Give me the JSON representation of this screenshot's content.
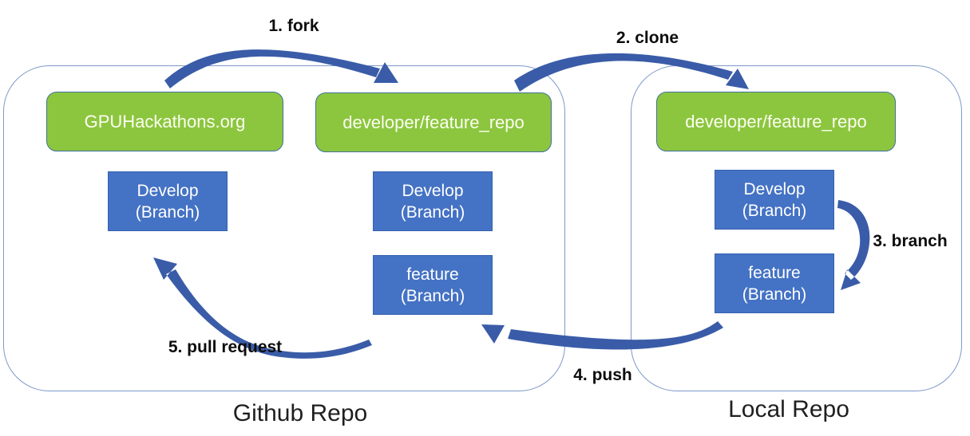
{
  "diagram_title": "Git fork / clone workflow",
  "colors": {
    "node_green": "#8cc63f",
    "node_blue": "#4472c4",
    "arrow_blue": "#3a5ca8",
    "container_border": "#7e99c9",
    "label_text": "#0d0d0d"
  },
  "containers": {
    "github": {
      "label": "Github Repo"
    },
    "local": {
      "label": "Local Repo"
    }
  },
  "nodes": {
    "gpuhackathons": {
      "label": "GPUHackathons.org"
    },
    "dev_repo_github": {
      "label": "developer/feature_repo"
    },
    "dev_repo_local": {
      "label": "developer/feature_repo"
    },
    "develop_upstream": {
      "line1": "Develop",
      "line2": "(Branch)"
    },
    "develop_fork": {
      "line1": "Develop",
      "line2": "(Branch)"
    },
    "feature_fork": {
      "line1": "feature",
      "line2": "(Branch)"
    },
    "develop_local": {
      "line1": "Develop",
      "line2": "(Branch)"
    },
    "feature_local": {
      "line1": "feature",
      "line2": "(Branch)"
    }
  },
  "arrows": {
    "fork": {
      "label": "1. fork"
    },
    "clone": {
      "label": "2. clone"
    },
    "branch": {
      "label": "3. branch"
    },
    "push": {
      "label": "4. push"
    },
    "pull_request": {
      "label": "5. pull request"
    }
  }
}
